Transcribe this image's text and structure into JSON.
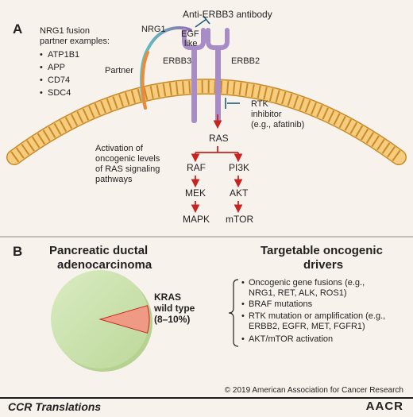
{
  "panel_a": {
    "label": "A",
    "antibody_label": "Anti-ERBB3 antibody",
    "nrg1_label": "NRG1",
    "egf_line1": "EGF",
    "egf_line2": "like",
    "partner_label": "Partner",
    "erbb3_label": "ERBB3",
    "erbb2_label": "ERBB2",
    "fusion_title_line1": "NRG1 fusion",
    "fusion_title_line2": "partner examples:",
    "fusion_partners": [
      "ATP1B1",
      "APP",
      "CD74",
      "SDC4"
    ],
    "rtk_line1": "RTK",
    "rtk_line2": "inhibitor",
    "rtk_line3": "(e.g., afatinib)",
    "ras_label": "RAS",
    "activation_lines": [
      "Activation of",
      "oncogenic levels",
      "of RAS signaling",
      "pathways"
    ],
    "raf_label": "RAF",
    "mek_label": "MEK",
    "mapk_label": "MAPK",
    "pi3k_label": "PI3K",
    "akt_label": "AKT",
    "mtor_label": "mTOR"
  },
  "panel_b": {
    "label": "B",
    "pdac_title_line1": "Pancreatic ductal",
    "pdac_title_line2": "adenocarcinoma",
    "kras_line1": "KRAS",
    "kras_line2": "wild type",
    "kras_line3": "(8–10%)",
    "kras_wildtype_fraction": 0.09,
    "drivers_title_line1": "Targetable oncogenic",
    "drivers_title_line2": "drivers",
    "drivers": [
      {
        "line1": "Oncogenic gene fusions (e.g.,",
        "line2": "NRG1, RET, ALK, ROS1)"
      },
      {
        "line1": "BRAF mutations",
        "line2": ""
      },
      {
        "line1": "RTK mutation or amplification (e.g.,",
        "line2": "ERBB2, EGFR, MET, FGFR1)"
      },
      {
        "line1": "AKT/mTOR activation",
        "line2": ""
      }
    ]
  },
  "copyright": "© 2019 American Association for Cancer Research",
  "footer": {
    "journal": "CCR Translations",
    "publisher": "AACR"
  },
  "colors": {
    "background": "#f7f3ec",
    "membrane": "#f2b85a",
    "membrane_stroke": "#c98a2a",
    "receptor": "#a88cc8",
    "egf_gradient_start": "#5fc4bf",
    "egf_gradient_end": "#8b6fb3",
    "partner": "#f0883a",
    "arrow_red": "#c8241f",
    "inhibitor": "#1f5f7a",
    "pie_main": "#cfe2b4",
    "pie_slice": "#ef9a85"
  }
}
